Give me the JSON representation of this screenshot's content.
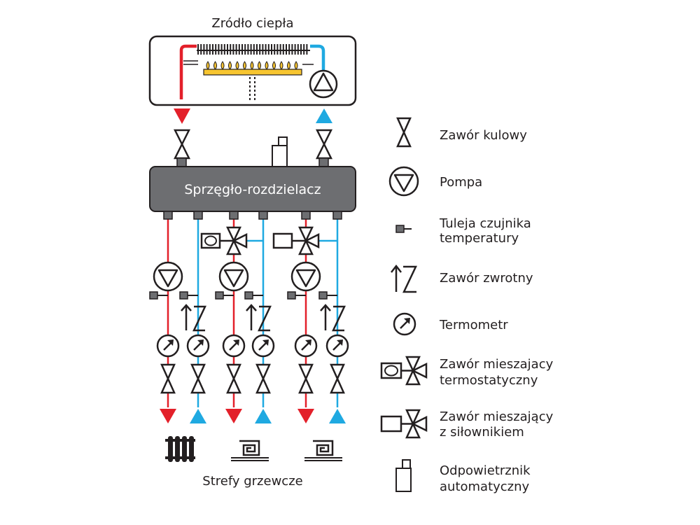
{
  "diagram": {
    "heat_source_title": "Zródło ciepła",
    "coupler_label": "Sprzęgło-rozdzielacz",
    "zones_label": "Strefy grzewcze",
    "colors": {
      "supply_red": "#e3202a",
      "return_blue": "#1fa9e1",
      "coupler_gray": "#6d6e71",
      "flame_yellow": "#f7c530",
      "stroke_black": "#231f20"
    }
  },
  "legend": {
    "items": [
      {
        "icon": "ball-valve-icon",
        "lines": [
          "Zawór kulowy"
        ]
      },
      {
        "icon": "pump-icon",
        "lines": [
          "Pompa"
        ]
      },
      {
        "icon": "sensor-sleeve-icon",
        "lines": [
          "Tuleja czujnika",
          "temperatury"
        ]
      },
      {
        "icon": "check-valve-icon",
        "lines": [
          "Zawór zwrotny"
        ]
      },
      {
        "icon": "thermometer-icon",
        "lines": [
          "Termometr"
        ]
      },
      {
        "icon": "thermostatic-mixing-valve-icon",
        "lines": [
          "Zawór mieszajacy",
          "termostatyczny"
        ]
      },
      {
        "icon": "actuator-mixing-valve-icon",
        "lines": [
          "Zawór mieszający",
          "z siłownikiem"
        ]
      },
      {
        "icon": "air-vent-icon",
        "lines": [
          "Odpowietrznik",
          "automatyczny"
        ]
      }
    ]
  }
}
